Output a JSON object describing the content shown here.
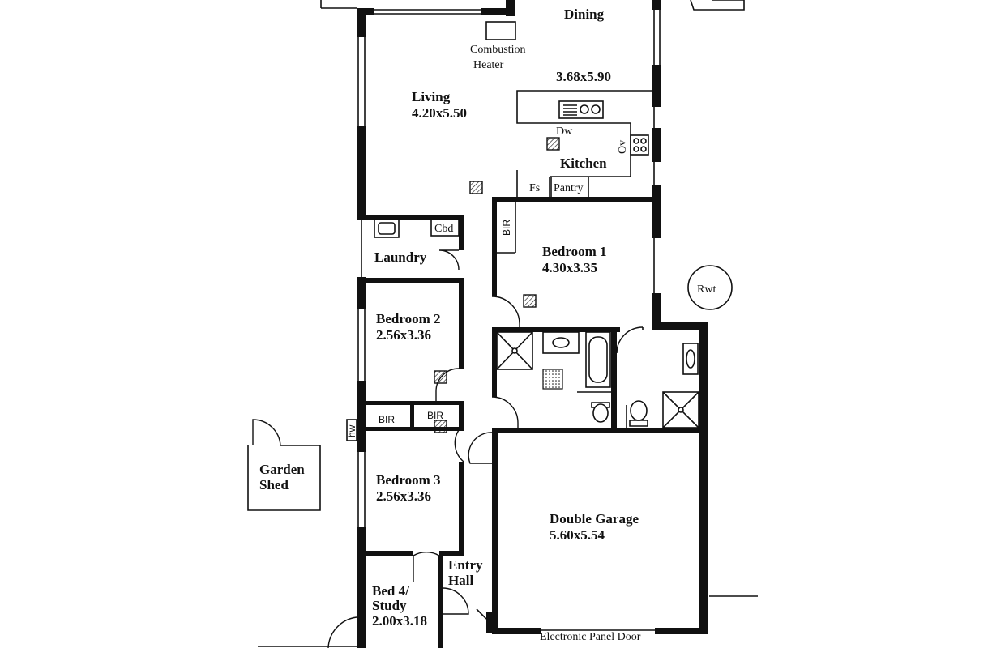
{
  "rooms": {
    "dining": {
      "name": "Dining"
    },
    "kitchen_dims": "3.68x5.90",
    "living": {
      "name": "Living",
      "dims": "4.20x5.50"
    },
    "kitchen": {
      "name": "Kitchen"
    },
    "laundry": {
      "name": "Laundry"
    },
    "bedroom1": {
      "name": "Bedroom 1",
      "dims": "4.30x3.35"
    },
    "bedroom2": {
      "name": "Bedroom 2",
      "dims": "2.56x3.36"
    },
    "bedroom3": {
      "name": "Bedroom 3",
      "dims": "2.56x3.36"
    },
    "garage": {
      "name": "Double Garage",
      "dims": "5.60x5.54"
    },
    "entry": {
      "line1": "Entry",
      "line2": "Hall"
    },
    "study": {
      "line1": "Bed 4/",
      "line2": "Study",
      "dims": "2.00x3.18"
    },
    "shed": {
      "line1": "Garden",
      "line2": "Shed"
    }
  },
  "fixtures": {
    "heater_line1": "Combustion",
    "heater_line2": "Heater",
    "dw": "Dw",
    "ov": "Ov",
    "fs": "Fs",
    "pantry": "Pantry",
    "cbd": "Cbd",
    "bir1": "BIR",
    "bir2": "BIR",
    "bir3": "BIR",
    "hw": "hw",
    "rwt": "Rwt",
    "garage_door": "Electronic Panel Door"
  }
}
